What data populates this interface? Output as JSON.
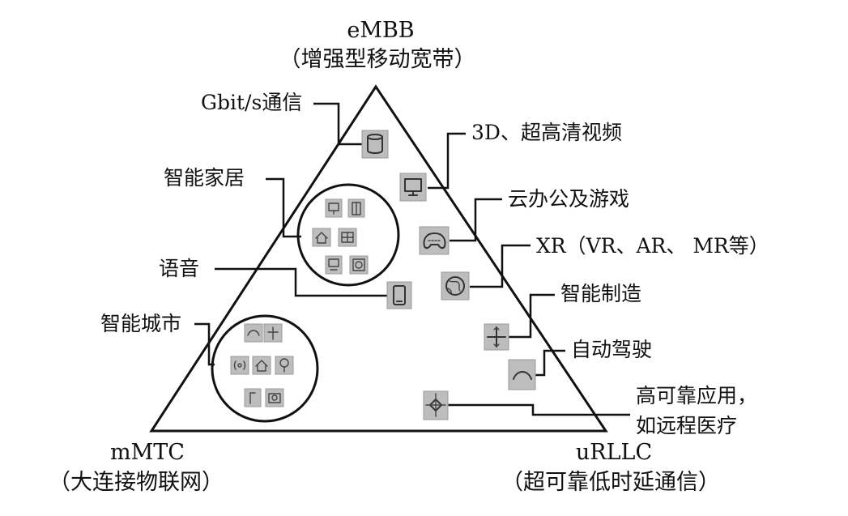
{
  "vertices": {
    "top": {
      "name": "eMBB",
      "desc": "（增强型移动宽带）"
    },
    "left": {
      "name": "mMTC",
      "desc": "（大连接物联网）"
    },
    "right": {
      "name": "uRLLC",
      "desc": "（超可靠低时延通信）"
    }
  },
  "left_labels": {
    "gbit": "Gbit/s通信",
    "smart_home": "智能家居",
    "voice": "语音",
    "smart_city": "智能城市"
  },
  "right_labels": {
    "uhd_video": "3D、超高清视频",
    "cloud": "云办公及游戏",
    "xr": "XR（VR、AR、 MR等）",
    "manufacturing": "智能制造",
    "auto_drive": "自动驾驶",
    "reliable_line1": "高可靠应用，",
    "reliable_line2": "如远程医疗"
  },
  "icons": {
    "gbit": "database-icon",
    "uhd_video": "monitor-icon",
    "cloud": "gamepad-icon",
    "xr": "globe-icon",
    "voice": "phone-icon",
    "manufacturing": "arrows-icon",
    "auto_drive": "road-curve-icon",
    "reliable": "crosshair-icon"
  }
}
